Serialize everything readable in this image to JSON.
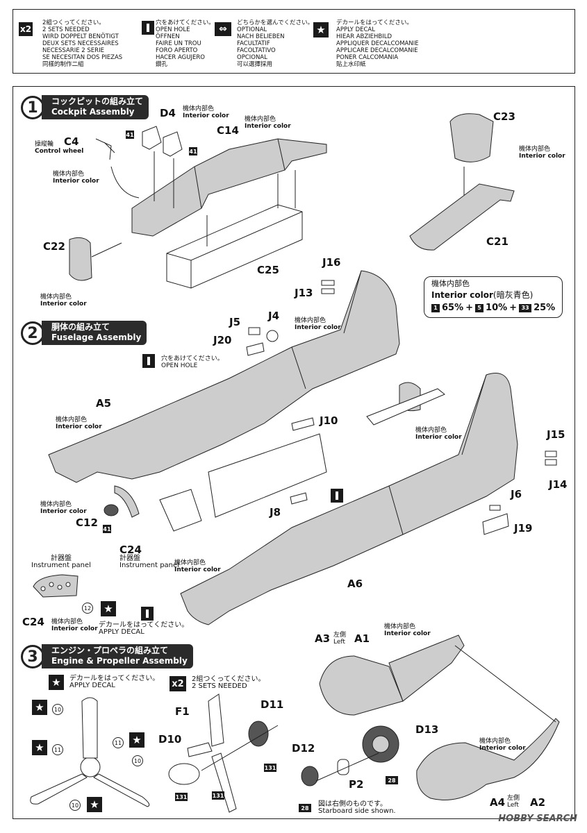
{
  "legend": [
    {
      "icon": "x2",
      "text": "2組つくってください。\n2 SETS NEEDED\nWIRD DOPPELT BENÖTIGT\nDEUX SETS NECESSAIRES\nNECESSARIE 2 SERIE\nSE NECESITAN DOS PIEZAS\n同樣的制作二組"
    },
    {
      "icon": "hole",
      "text": "穴をあけてください。\nOPEN HOLE\nÖFFNEN\nFAIRE UN TROU\nFORO APERTO\nHACER AGUJERO\n鑽孔"
    },
    {
      "icon": "arrows",
      "text": "どちらかを選んでください。\nOPTIONAL\nNACH BELIEBEN\nFACULTATIF\nFACOLTATIVO\nOPCIONAL\n可以選擇採用"
    },
    {
      "icon": "star",
      "text": "デカールをはってください。\nAPPLY DECAL\nHIEAR ABZIEHBILD\nAPPLIQUER DECALCOMANIE\nAPPLICARE DECALCOMANIE\nPONER CALCOMANIA\n貼上水印紙"
    }
  ],
  "step1": {
    "num": "1",
    "title_jp": "コックピットの組み立て",
    "title_en": "Cockpit Assembly"
  },
  "step2": {
    "num": "2",
    "title_jp": "胴体の組み立て",
    "title_en": "Fuselage Assembly"
  },
  "step3": {
    "num": "3",
    "title_jp": "エンジン・プロペラの組み立て",
    "title_en": "Engine & Propeller Assembly"
  },
  "parts": {
    "d4": "D4",
    "c14": "C14",
    "c4": "C4",
    "c22": "C22",
    "c25": "C25",
    "c23": "C23",
    "c21": "C21",
    "j16": "J16",
    "j13": "J13",
    "j5": "J5",
    "j4": "J4",
    "j20": "J20",
    "a5": "A5",
    "j10": "J10",
    "j15": "J15",
    "j14": "J14",
    "j6": "J6",
    "j19": "J19",
    "j8": "J8",
    "c12": "C12",
    "c24a": "C24",
    "c24b": "C24",
    "a6": "A6",
    "a3": "A3",
    "a1": "A1",
    "f1": "F1",
    "d11": "D11",
    "d10": "D10",
    "d13": "D13",
    "d12": "D12",
    "p2": "P2",
    "a4": "A4",
    "a2": "A2"
  },
  "labels": {
    "interior_jp": "機体内部色",
    "interior_en": "Interior color",
    "control_wheel_jp": "操縦輪",
    "control_wheel_en": "Control wheel",
    "open_hole_jp": "穴をあけてください。",
    "open_hole_en": "OPEN HOLE",
    "instrument_jp": "計器盤",
    "instrument_en": "Instrument panel",
    "decal_jp": "デカールをはってください。",
    "decal_en": "APPLY DECAL",
    "sets_jp": "2組つくってください。",
    "sets_en": "2 SETS NEEDED",
    "left_jp": "左側",
    "left_en": "Left",
    "starboard_jp": "図は右側のものです。",
    "starboard_en": "Starboard side shown.",
    "x2": "x2"
  },
  "paint_numbers": {
    "p41": "41",
    "p12": "12",
    "p10": "10",
    "p11": "11",
    "p131": "131",
    "p28": "28"
  },
  "color_mix": {
    "jp": "機体内部色",
    "en": "Interior color",
    "jp_name": "(暗灰青色)",
    "n1": "1",
    "v1": "65%",
    "n2": "5",
    "v2": "10%",
    "n3": "33",
    "v3": "25%"
  },
  "watermark": "HOBBY SEARCH"
}
